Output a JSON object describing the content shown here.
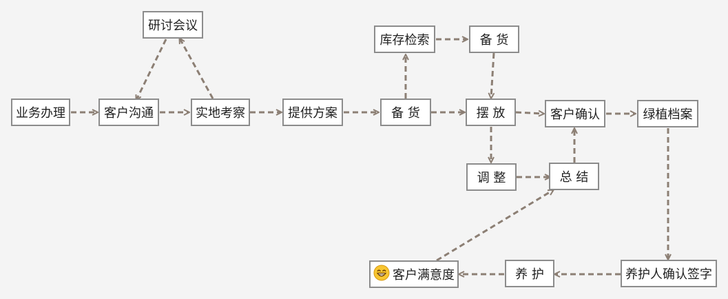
{
  "colors": {
    "background": "#f4f4f4",
    "node_fill": "#ffffff",
    "node_border": "#8c8c8c",
    "edge": "#8c7f74",
    "text": "#222222"
  },
  "nodes": {
    "yewu": "业务办理",
    "kehu_goutong": "客户沟通",
    "shidi": "实地考察",
    "yantao": "研讨会议",
    "fangan": "提供方案",
    "beihuo1": "备 货",
    "kucun": "库存检索",
    "beihuo2": "备 货",
    "baifang": "摆 放",
    "tiaozheng": "调 整",
    "zongjie": "总 结",
    "queren": "客户确认",
    "dangan": "绿植档案",
    "qianzi": "养护人确认签字",
    "yanghu": "养 护",
    "manyi": "客户满意度"
  },
  "icons": {
    "satisfaction": "grinning-face-icon"
  }
}
